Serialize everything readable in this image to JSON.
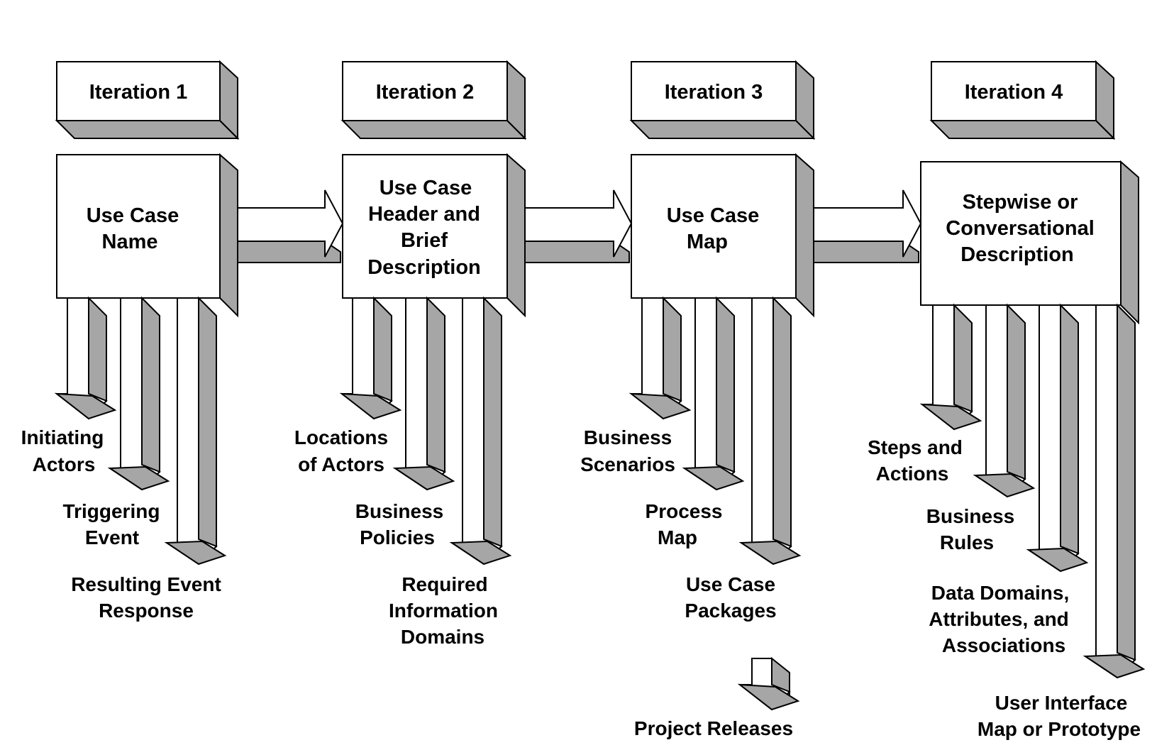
{
  "diagram": {
    "colors": {
      "face": "#ffffff",
      "shade": "#a6a6a6",
      "line": "#000000"
    },
    "iterations": [
      {
        "header": "Iteration 1",
        "box": [
          "Use Case",
          "Name"
        ],
        "outputs": [
          [
            "Initiating",
            "Actors"
          ],
          [
            "Triggering",
            "Event"
          ],
          [
            "Resulting Event",
            "Response"
          ]
        ]
      },
      {
        "header": "Iteration 2",
        "box": [
          "Use Case",
          "Header and",
          "Brief",
          "Description"
        ],
        "outputs": [
          [
            "Locations",
            "of Actors"
          ],
          [
            "Business",
            "Policies"
          ],
          [
            "Required",
            "Information",
            "Domains"
          ]
        ]
      },
      {
        "header": "Iteration 3",
        "box": [
          "Use Case",
          "Map"
        ],
        "outputs": [
          [
            "Business",
            "Scenarios"
          ],
          [
            "Process",
            "Map"
          ],
          [
            "Use Case",
            "Packages"
          ]
        ],
        "extra_output": [
          "Project Releases"
        ]
      },
      {
        "header": "Iteration 4",
        "box": [
          "Stepwise or",
          "Conversational",
          "Description"
        ],
        "outputs": [
          [
            "Steps and",
            "Actions"
          ],
          [
            "Business",
            "Rules"
          ],
          [
            "Data Domains,",
            "Attributes, and",
            "Associations"
          ],
          [
            "User Interface",
            "Map or Prototype"
          ]
        ]
      }
    ]
  }
}
